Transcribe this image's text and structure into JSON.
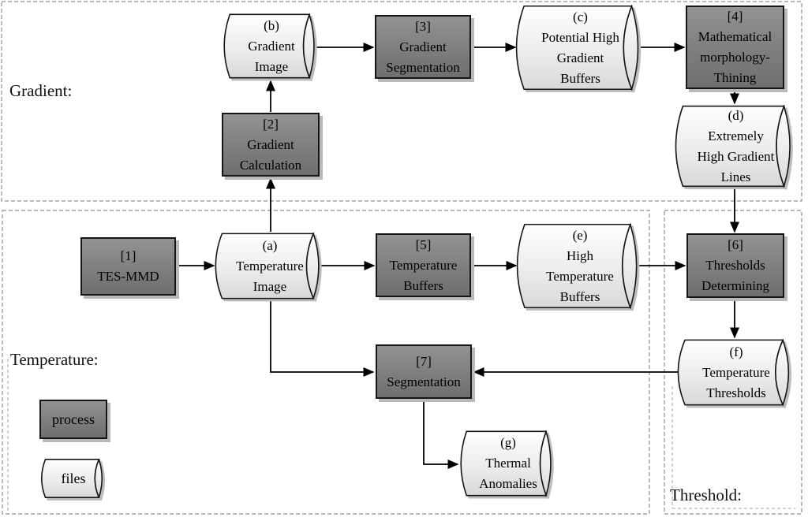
{
  "figure": {
    "type": "flowchart",
    "description": "Thermal anomaly extraction workflow with Gradient, Temperature and Threshold sections"
  },
  "sections": {
    "gradient": {
      "label": "Gradient:"
    },
    "temperature": {
      "label": "Temperature:"
    },
    "threshold": {
      "label": "Threshold:"
    }
  },
  "nodes": {
    "p1": {
      "type": "process",
      "text": "[1]\nTES-MMD"
    },
    "p2": {
      "type": "process",
      "text": "[2]\nGradient\nCalculation"
    },
    "p3": {
      "type": "process",
      "text": "[3]\nGradient\nSegmentation"
    },
    "p4": {
      "type": "process",
      "text": "[4]\nMathematical\nmorphology-\nThining"
    },
    "p5": {
      "type": "process",
      "text": "[5]\nTemperature\nBuffers"
    },
    "p6": {
      "type": "process",
      "text": "[6]\nThresholds\nDetermining"
    },
    "p7": {
      "type": "process",
      "text": "[7]\nSegmentation"
    },
    "fa": {
      "type": "file",
      "text": "(a)\nTemperature\nImage"
    },
    "fb": {
      "type": "file",
      "text": "(b)\nGradient\nImage"
    },
    "fc": {
      "type": "file",
      "text": "(c)\nPotential High\nGradient\nBuffers"
    },
    "fd": {
      "type": "file",
      "text": "(d)\nExtremely\nHigh Gradient\nLines"
    },
    "fe": {
      "type": "file",
      "text": "(e)\nHigh\nTemperature\nBuffers"
    },
    "ff": {
      "type": "file",
      "text": "(f)\nTemperature\nThresholds"
    },
    "fg": {
      "type": "file",
      "text": "(g)\nThermal\nAnomalies"
    }
  },
  "legend": {
    "process_label": "process",
    "files_label": "files"
  },
  "edges": [
    "p1 -> fa",
    "fa -> p2",
    "p2 -> fb",
    "fb -> p3",
    "p3 -> fc",
    "fc -> p4",
    "p4 -> fd",
    "fd -> p6",
    "fa -> p5",
    "p5 -> fe",
    "fe -> p6",
    "p6 -> ff",
    "ff -> p7",
    "fa -> p7",
    "p7 -> fg"
  ],
  "colors": {
    "background": "#ffffff",
    "process_fill_top": "#939393",
    "process_fill_bottom": "#6f6f6f",
    "file_fill_top": "#fefefe",
    "file_fill_bottom": "#d8d8d8",
    "node_border": "#161616",
    "shadow": "#b9b9b9",
    "section_border": "#8f8f8f",
    "arrow": "#000000",
    "text": "#000000"
  }
}
